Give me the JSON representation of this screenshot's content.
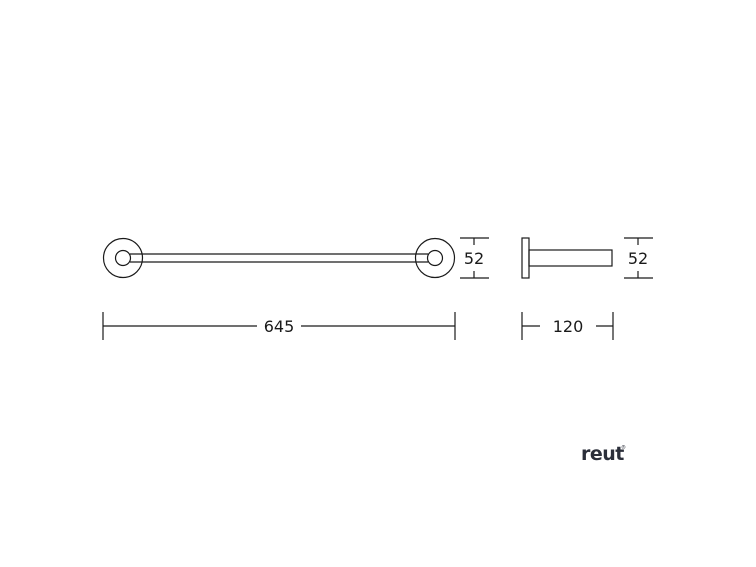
{
  "drawing": {
    "front_view": {
      "width_dimension": "645",
      "height_dimension": "52"
    },
    "side_view": {
      "depth_dimension": "120",
      "height_dimension": "52"
    },
    "line_color": "#1a1a1a"
  },
  "brand": {
    "logo_text": "reut",
    "logo_mark": "®",
    "color": "#2b2f3a"
  }
}
